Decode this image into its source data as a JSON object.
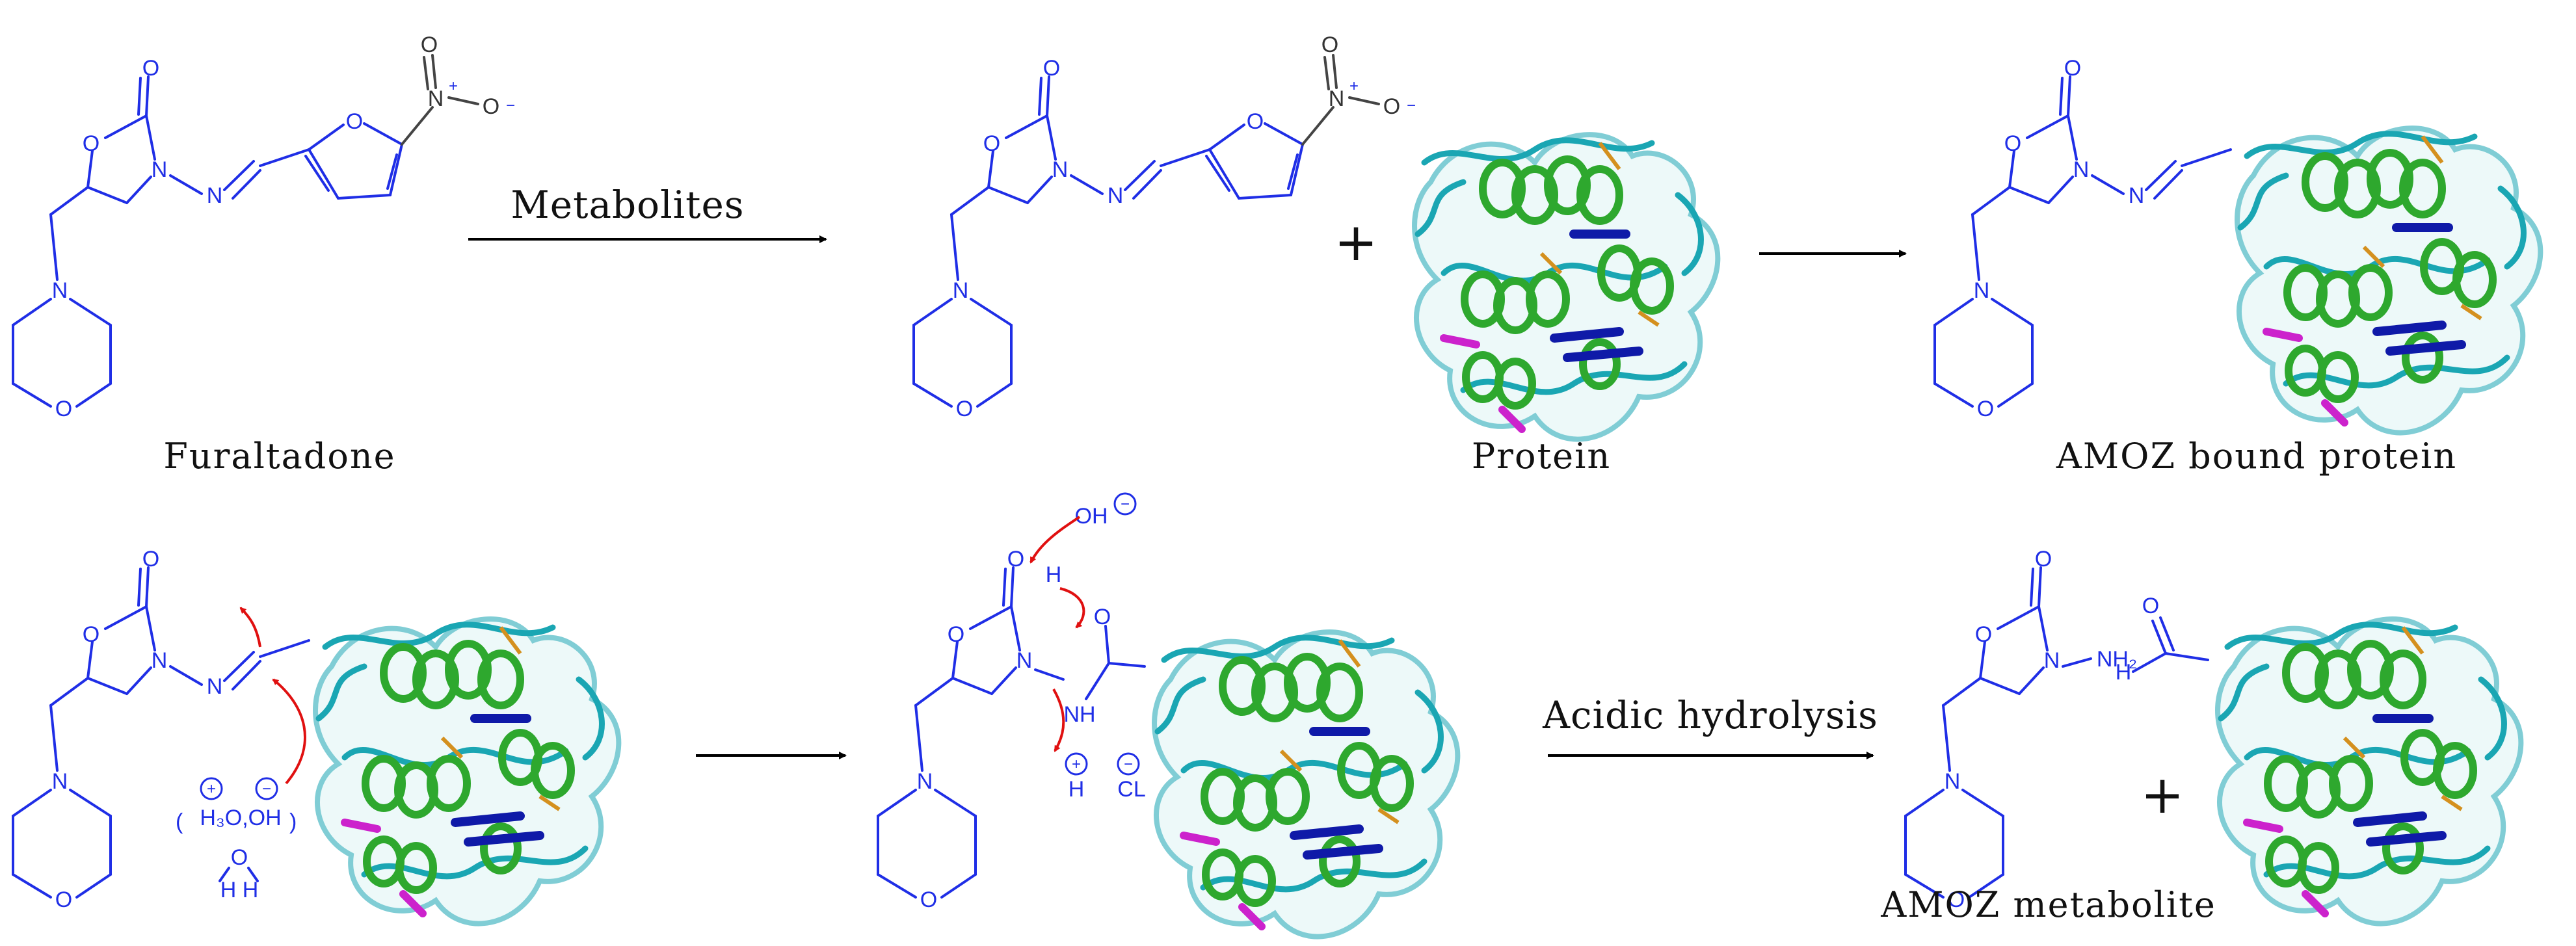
{
  "labels": {
    "furaltadone": "Furaltadone",
    "protein": "Protein",
    "amoz_bound": "AMOZ bound protein",
    "amoz_metabolite": "AMOZ metabolite"
  },
  "arrows": {
    "metabolites": "Metabolites",
    "acidic_hydrolysis": "Acidic hydrolysis"
  },
  "signs": {
    "plus": "+"
  },
  "atoms": {
    "O": "O",
    "N": "N",
    "H": "H",
    "NH": "NH",
    "NH2": "NH₂",
    "minus": "−",
    "pluscharge": "+",
    "nitro_n": "N",
    "nitro_plus": "+",
    "water_group": "H₃O,OH",
    "water": "H   H",
    "OH": "OH",
    "CL": "CL",
    "water_O": "O"
  },
  "colors": {
    "structure": "#1f2ee6",
    "arrow": "#000000",
    "electron_arrow": "#e01010",
    "nitro": "#333333"
  }
}
